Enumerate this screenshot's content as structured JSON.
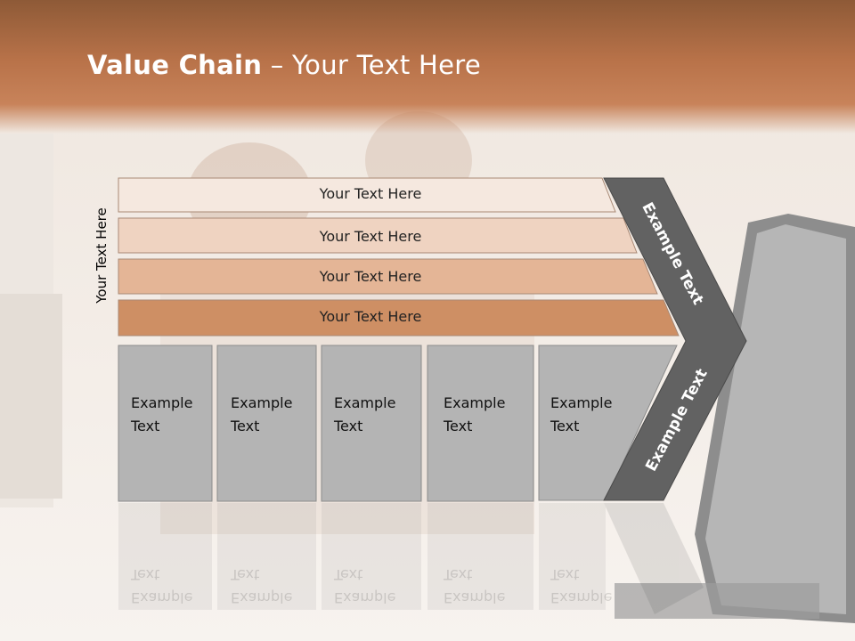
{
  "slide": {
    "title_bold": "Value Chain",
    "title_rest": " – Your Text Here",
    "side_label": "Your Text Here"
  },
  "bands": [
    {
      "label": "Your Text Here",
      "color": "#f5e8df"
    },
    {
      "label": "Your Text Here",
      "color": "#efd3c1"
    },
    {
      "label": "Your Text Here",
      "color": "#e4b596"
    },
    {
      "label": "Your Text Here",
      "color": "#ce8f64"
    }
  ],
  "columns": [
    {
      "label": "Example\nText"
    },
    {
      "label": "Example\nText"
    },
    {
      "label": "Example\nText"
    },
    {
      "label": "Example\nText"
    },
    {
      "label": "Example\nText"
    }
  ],
  "arrow": {
    "upper_label": "Example Text",
    "lower_label": "Example Text",
    "color": "#626262"
  },
  "colors": {
    "column_fill": "#b4b4b4",
    "header_brown": "#b87249"
  }
}
